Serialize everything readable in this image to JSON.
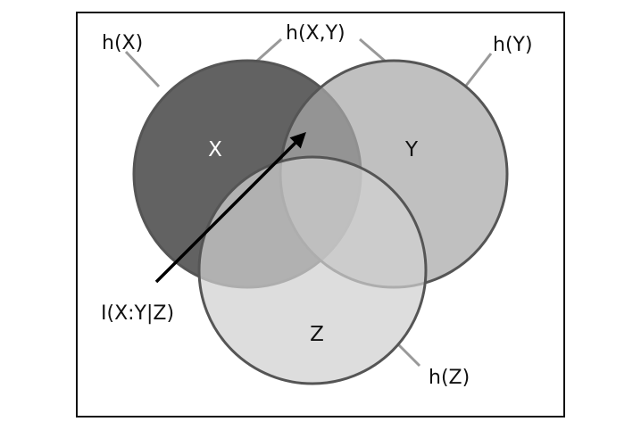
{
  "diagram": {
    "sets": {
      "x": {
        "label": "X",
        "fill": "#404040",
        "label_color": "#ffffff"
      },
      "y": {
        "label": "Y",
        "fill": "#a8a8a8",
        "label_color": "#111111"
      },
      "z": {
        "label": "Z",
        "fill": "#d0d0d0",
        "label_color": "#111111"
      }
    },
    "leader_labels": {
      "hx": "h(X)",
      "hxy": "h(X,Y)",
      "hy": "h(Y)",
      "hz": "h(Z)",
      "cmi": "I(X:Y|Z)"
    },
    "colors": {
      "frame": "#111111",
      "circle_stroke": "#555555",
      "leader": "#999999",
      "arrow": "#000000"
    }
  }
}
